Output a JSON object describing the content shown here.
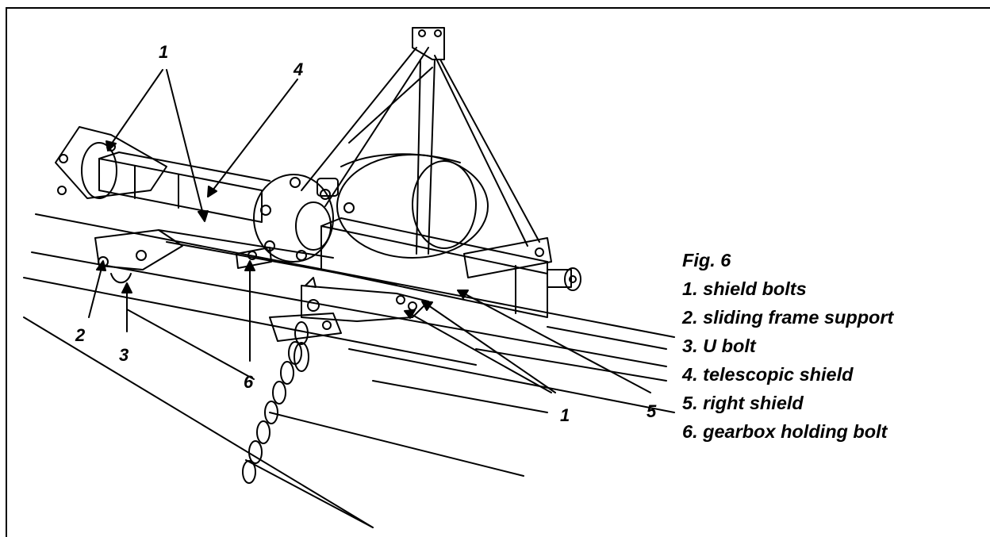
{
  "figure": {
    "callouts": {
      "c1_top": "1",
      "c4": "4",
      "c2": "2",
      "c3": "3",
      "c6": "6",
      "c1_bottom": "1",
      "c5": "5"
    },
    "legend": {
      "title": "Fig. 6",
      "items": [
        "1. shield bolts",
        "2. sliding frame support",
        "3. U bolt",
        "4. telescopic shield",
        "5. right shield",
        "6. gearbox holding bolt"
      ]
    }
  },
  "colors": {
    "ink": "#000000",
    "paper": "#ffffff"
  }
}
